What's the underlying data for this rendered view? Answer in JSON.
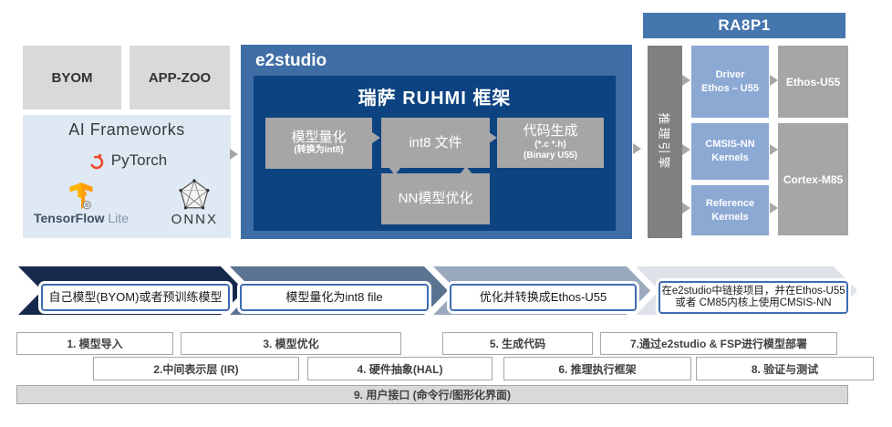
{
  "top": {
    "byom": "BYOM",
    "app_zoo": "APP-ZOO",
    "ai": {
      "title": "AI Frameworks",
      "pytorch": "PyTorch",
      "tf_bold": "TensorFlow",
      "tf_lite": " Lite",
      "onnx": "ONNX"
    }
  },
  "e2": {
    "label": "e2studio",
    "title": "瑞萨 RUHMI 框架",
    "quant": {
      "title": "模型量化",
      "sub": "(转换为int8)"
    },
    "int8": "int8 文件",
    "codegen": {
      "title": "代码生成",
      "sub1": "(*.c *.h)",
      "sub2": "(Binary U55)"
    },
    "nnopt": "NN模型优化"
  },
  "ra": {
    "title": "RA8P1",
    "engine": "推理引擎",
    "driver": {
      "l1": "Driver",
      "l2": "Ethos – U55"
    },
    "cmsis": {
      "l1": "CMSIS-NN",
      "l2": "Kernels"
    },
    "ref": {
      "l1": "Reference",
      "l2": "Kernels"
    },
    "ethos": "Ethos-U55",
    "cortex": "Cortex-M85"
  },
  "flow": [
    {
      "label": "自己模型(BYOM)或者预训练模型"
    },
    {
      "label": "模型量化为int8 file"
    },
    {
      "label": "优化并转换成Ethos-U55"
    },
    {
      "label": "在e2studio中链接项目，并在Ethos-U55或者 CM85内核上使用CMSIS-NN"
    }
  ],
  "layers": {
    "row1": [
      "1. 模型导入",
      "3. 模型优化",
      "5. 生成代码",
      "7.通过e2studio & FSP进行模型部署"
    ],
    "row2": [
      "2.中间表示层 (IR)",
      "4. 硬件抽象(HAL)",
      "6. 推理执行框架",
      "8. 验证与测试"
    ],
    "row3": "9. 用户接口 (命令行/图形化界面)"
  },
  "colors": {
    "steel_blue": "#3f6da6",
    "dark_blue": "#0d4381",
    "ra8p1_blue": "#4676ae",
    "kernel_blue": "#8ca9d4",
    "node_gray": "#a6a6a6",
    "engine_gray": "#808080",
    "light_gray": "#d9d9d9",
    "ai_bg": "#dee9f4",
    "chevron1": "#172a4e",
    "chevron2": "#5a7390",
    "chevron3": "#9aa9bd",
    "chevron4": "#dfe3e9",
    "flow_border": "#3e6cb0",
    "pytorch_orange": "#ee4c2c",
    "tf_orange": "#ff9d0a"
  }
}
